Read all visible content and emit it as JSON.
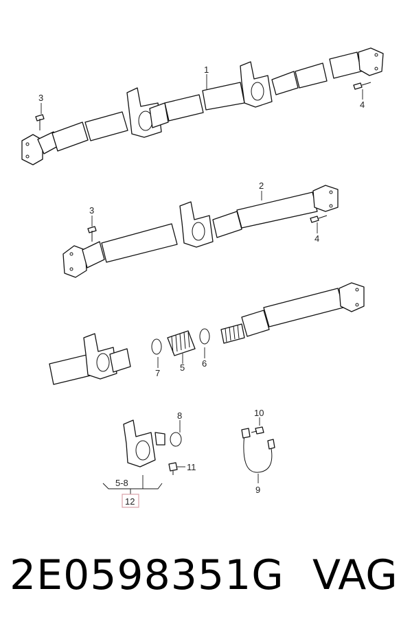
{
  "callouts": {
    "c1": "1",
    "c2": "2",
    "c3a": "3",
    "c4a": "4",
    "c3b": "3",
    "c4b": "4",
    "c5": "5",
    "c6": "6",
    "c7": "7",
    "c8": "8",
    "c9": "9",
    "c10": "10",
    "c11": "11",
    "c58": "5-8",
    "c12": "12"
  },
  "highlight_color": "#d9a0a8",
  "footer": {
    "part_number": "2E0598351G",
    "brand": "VAG"
  }
}
